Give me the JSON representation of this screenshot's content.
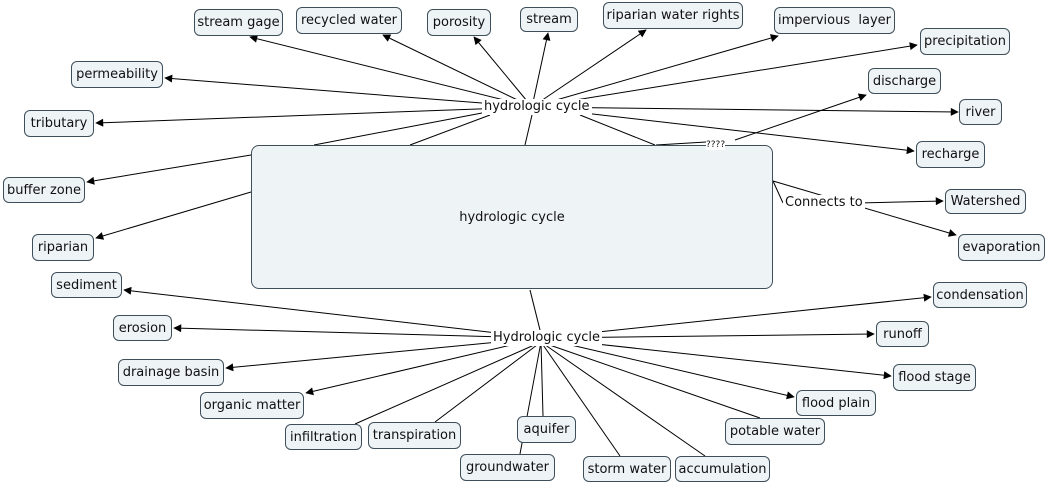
{
  "central": {
    "label": "hydrologic cycle"
  },
  "phrases": {
    "top": "hydrologic cycle",
    "bottom": "Hydrologic cycle",
    "connects": "Connects to",
    "small": "????"
  },
  "concepts": {
    "stream_gage": "stream gage",
    "recycled_water": "recycled water",
    "porosity": "porosity",
    "stream": "stream",
    "riparian_water_rights": "riparian water rights",
    "impervious_layer": "impervious  layer",
    "precipitation": "precipitation",
    "discharge": "discharge",
    "river": "river",
    "recharge": "recharge",
    "permeability": "permeability",
    "tributary": "tributary",
    "buffer_zone": "buffer zone",
    "riparian": "riparian",
    "watershed": "Watershed",
    "evaporation": "evaporation",
    "sediment": "sediment",
    "erosion": "erosion",
    "drainage_basin": "drainage basin",
    "organic_matter": "organic matter",
    "infiltration": "infiltration",
    "transpiration": "transpiration",
    "aquifer": "aquifer",
    "groundwater": "groundwater",
    "storm_water": "storm water",
    "accumulation": "accumulation",
    "potable_water": "potable water",
    "flood_plain": "flood plain",
    "flood_stage": "flood stage",
    "runoff": "runoff",
    "condensation": "condensation"
  },
  "colors": {
    "line": "#000000",
    "node_fill": "#eef3f6",
    "node_border": "#3f4f5a"
  }
}
